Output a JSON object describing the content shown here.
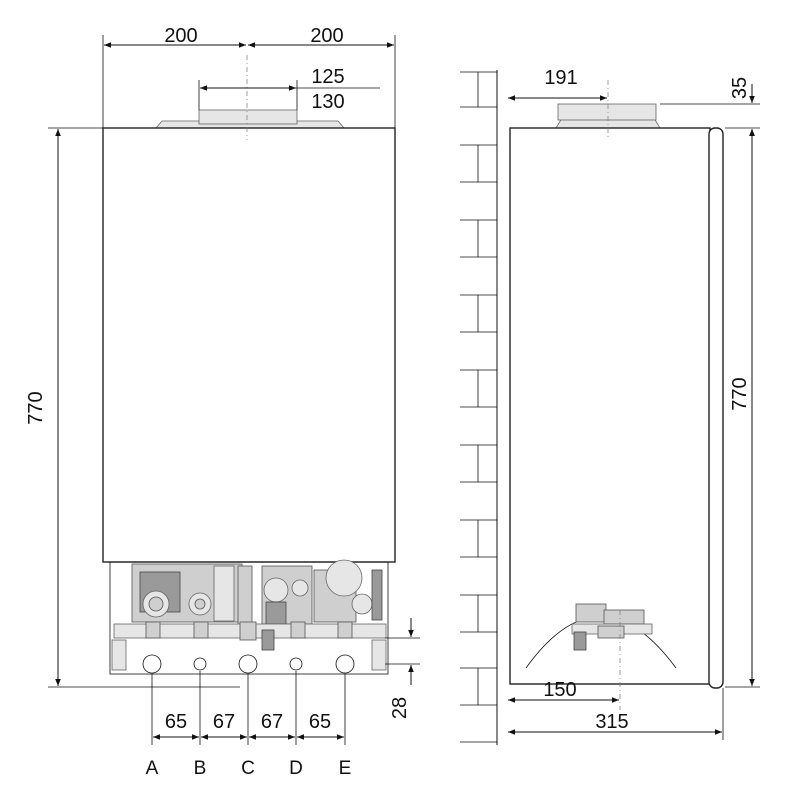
{
  "front_view": {
    "width_left": "200",
    "width_right": "200",
    "flue_inner": "125",
    "flue_outer": "130",
    "height": "770",
    "connection_spacings": [
      "65",
      "67",
      "67",
      "65"
    ],
    "bottom_offset": "28",
    "connections": [
      "A",
      "B",
      "C",
      "D",
      "E"
    ]
  },
  "side_view": {
    "flue_offset": "191",
    "flue_height": "35",
    "height": "770",
    "connection_depth": "150",
    "depth": "315"
  }
}
